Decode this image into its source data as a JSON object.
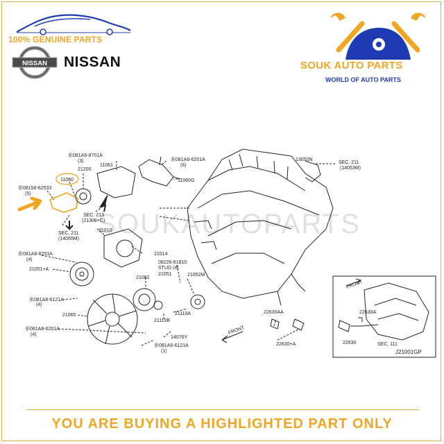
{
  "header": {
    "genuine_label": "100% GENUINE PARTS",
    "brand_name": "NISSAN",
    "logo_text": "NISSAN",
    "seller_name": "SOUK AUTO PARTS",
    "seller_tagline": "WORLD OF AUTO PARTS",
    "accent_color": "#f0a623",
    "tagline_color": "#1f3bb3"
  },
  "diagram": {
    "watermark": "SOUKAUTOPARTS",
    "highlighted_part": "11060",
    "labels": {
      "bolt_8701a": "Ⓑ081A6-8701A",
      "bolt_8701a_qty": "(3)",
      "p11061": "11061",
      "bolt_6201a_top": "Ⓑ081A6-6201A",
      "bolt_6201a_top_qty": "(6)",
      "p11060g": "11060G",
      "p13050n": "13050N",
      "sec211_top": "SEC. 211",
      "sec211_top_ref": "(14053M)",
      "p11060": "11060",
      "p21200": "21200",
      "bolt_62533": "Ⓑ08158-62533",
      "bolt_62533_qty": "(5)",
      "sec213": "SEC. 213",
      "sec213_ref": "(21308+C)",
      "sec211_left": "SEC. 211",
      "sec211_left_ref": "(14055M)",
      "p21010": "21010",
      "bolt_8251a": "Ⓑ081A8-8251A",
      "bolt_8251a_qty": "(4)",
      "p21014": "21014",
      "p21051a": "21051+A",
      "stud": "08226-61810",
      "stud_label": "STUD (4)",
      "p21051": "21051",
      "p21082": "21082",
      "p21052m": "21052M",
      "bolt_6121a_left": "Ⓑ081A8-6121A",
      "bolt_6121a_left_qty": "(4)",
      "p21060": "21060",
      "p21110a": "21110A",
      "p21110b": "21110B",
      "bolt_6201a_low": "Ⓑ081A8-6201A",
      "bolt_6201a_low_qty": "(4)",
      "p14076y": "14076Y",
      "bolt_6121a_low": "Ⓑ081A6-6121A",
      "bolt_6121a_low_qty": "(1)",
      "front_main": "FRONT",
      "p22630aa": "22630AA",
      "p22630a_main": "22630+A",
      "front_inset": "FRONT",
      "p22630a_inset": "22630A",
      "p22630": "22630",
      "sec111": "SEC. 111",
      "diagram_code": "J21001GP"
    }
  },
  "footer": {
    "notice": "YOU ARE BUYING A HIGHLIGHTED PART ONLY"
  }
}
